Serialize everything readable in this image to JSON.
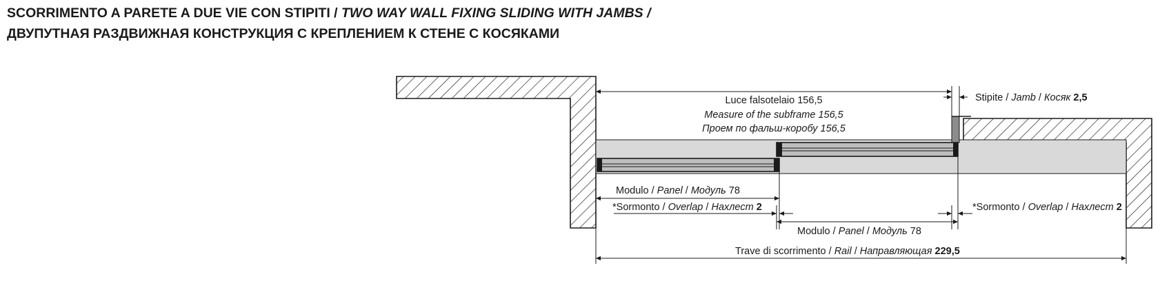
{
  "title": {
    "line1_regular": "SCORRIMENTO A PARETE A DUE VIE CON STIPITI / ",
    "line1_italic": "TWO WAY WALL FIXING SLIDING WITH JAMBS /",
    "line2_italic": "ДВУПУТНАЯ РАЗДВИЖНАЯ КОНСТРУКЦИЯ С КРЕПЛЕНИЕМ К СТЕНЕ С КОСЯКАМИ"
  },
  "labels": {
    "subframe_it": "Luce falsotelaio 156,5",
    "subframe_en": "Measure of the subframe 156,5",
    "subframe_ru": "Проем по фальш-коробу 156,5",
    "jamb_a": "Stipite / ",
    "jamb_b": "Jamb",
    "jamb_c": " / ",
    "jamb_d": "Косяк",
    "jamb_val": " 2,5",
    "panel1_a": "Modulo / ",
    "panel1_b": "Panel",
    "panel1_c": " / ",
    "panel1_d": "Модуль",
    "panel1_val": " 78",
    "overlap1_a": "*Sormonto / ",
    "overlap1_b": "Overlap",
    "overlap1_c": " / ",
    "overlap1_d": "Нахлест",
    "overlap1_val": " 2",
    "overlap2_a": "*Sormonto / ",
    "overlap2_b": "Overlap",
    "overlap2_c": " / ",
    "overlap2_d": "Нахлест",
    "overlap2_val": " 2",
    "panel2_a": "Modulo / ",
    "panel2_b": "Panel",
    "panel2_c": " / ",
    "panel2_d": "Модуль",
    "panel2_val": " 78",
    "rail_a": "Trave di scorrimento / ",
    "rail_b": "Rail",
    "rail_c": " / ",
    "rail_d": "Направляющая",
    "rail_val": " 229,5"
  },
  "colors": {
    "line": "#1a1a1a",
    "rail_fill": "#d9d9d9",
    "panel_fill": "#bdbdbd",
    "jamb_fill": "#8c8c8c"
  }
}
